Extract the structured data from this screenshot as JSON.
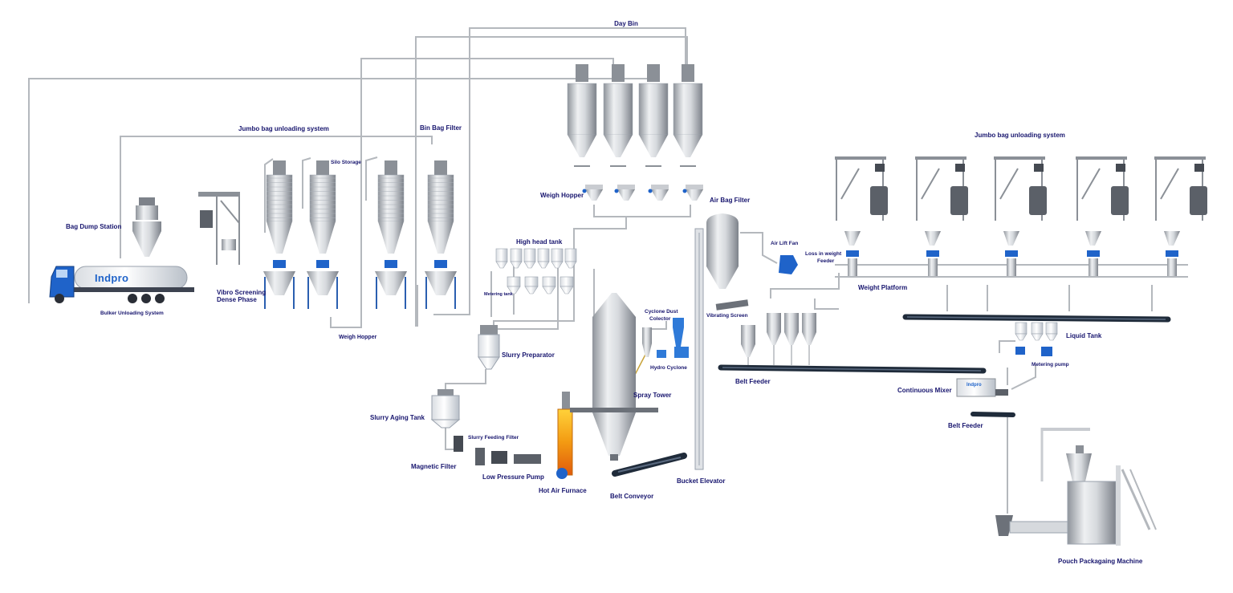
{
  "labels": {
    "day_bin": "Day Bin",
    "jumbo_bag_left": "Jumbo bag unloading system",
    "bin_bag_filter": "Bin Bag Filter",
    "silo_storage": "Silo Storage",
    "bag_dump_station": "Bag Dump Station",
    "vibro_screening": "Vibro Screening",
    "dense_phase": "Dense Phase",
    "bulker_unloading": "Bulker Unloading System",
    "weigh_hopper_bottom": "Weigh Hopper",
    "weigh_hopper_top": "Weigh Hopper",
    "high_head_tank": "High head tank",
    "metering_tank": "Metering tank",
    "slurry_preparator": "Slurry Preparator",
    "slurry_aging_tank": "Slurry Aging Tank",
    "slurry_feeding_filter": "Slurry Feeding Filter",
    "magnetic_filter": "Magnetic Filter",
    "low_pressure_pump": "Low Pressure Pump",
    "hot_air_furnace": "Hot Air Furnace",
    "belt_conveyor": "Belt Conveyor",
    "spray_tower": "Spray Tower",
    "cyclone_dust_collector_1": "Cyclone Dust",
    "cyclone_dust_collector_2": "Colector",
    "hydro_cyclone": "Hydro Cyclone",
    "bucket_elevator": "Bucket Elevator",
    "air_bag_filter": "Air Bag Filter",
    "air_lift_fan": "Air Lift Fan",
    "vibrating_screen": "Vibrating Screen",
    "belt_feeder_mid": "Belt Feeder",
    "jumbo_bag_right": "Jumbo bag unloading system",
    "loss_in_weight_1": "Loss in weight",
    "loss_in_weight_2": "Feeder",
    "weight_platform": "Weight Platform",
    "liquid_tank": "Liquid Tank",
    "metering_pump": "Metering pump",
    "continuous_mixer": "Continuous Mixer",
    "belt_feeder_right": "Belt Feeder",
    "pouch_packaging": "Pouch Packagaing Machine",
    "truck_brand": "Indpro",
    "mixer_brand": "Indpro"
  },
  "colors": {
    "label": "#17156e",
    "steel": "#c9ccd1",
    "steel_dark": "#8b9097",
    "pipe": "#b4b8bd",
    "accent_blue": "#1f63c9",
    "dark": "#454a52",
    "belt": "#1f2b3a",
    "flame": "#f08a10"
  }
}
